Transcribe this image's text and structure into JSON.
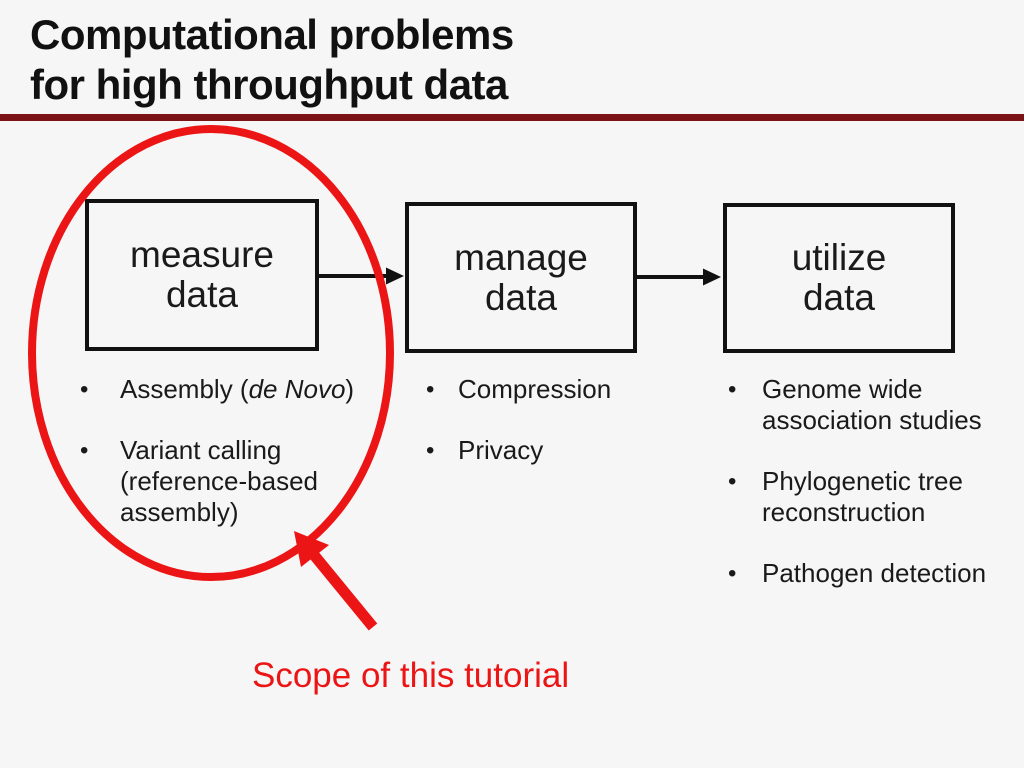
{
  "title": {
    "line1": "Computational problems",
    "line2": "for high throughput data"
  },
  "colors": {
    "rule_dark_red": "#7a1216",
    "highlight_red": "#ec1515",
    "box_border": "#111111",
    "background": "#f6f6f7"
  },
  "flow": {
    "box1": {
      "line1": "measure",
      "line2": "data"
    },
    "box2": {
      "line1": "manage",
      "line2": "data"
    },
    "box3": {
      "line1": "utilize",
      "line2": "data"
    }
  },
  "bullets": {
    "marker": "•",
    "measure": {
      "assembly_prefix": "Assembly (",
      "assembly_italic": "de Novo",
      "assembly_suffix": ")",
      "variant_line1": "Variant calling",
      "variant_line2": "(reference-based",
      "variant_line3": "assembly)"
    },
    "manage": {
      "item1": "Compression",
      "item2": "Privacy"
    },
    "utilize": {
      "gwas_line1": "Genome wide",
      "gwas_line2": "association studies",
      "phylo_line1": "Phylogenetic tree",
      "phylo_line2": "reconstruction",
      "pathogen": "Pathogen detection"
    }
  },
  "annotation": {
    "scope_label": "Scope of this tutorial"
  }
}
